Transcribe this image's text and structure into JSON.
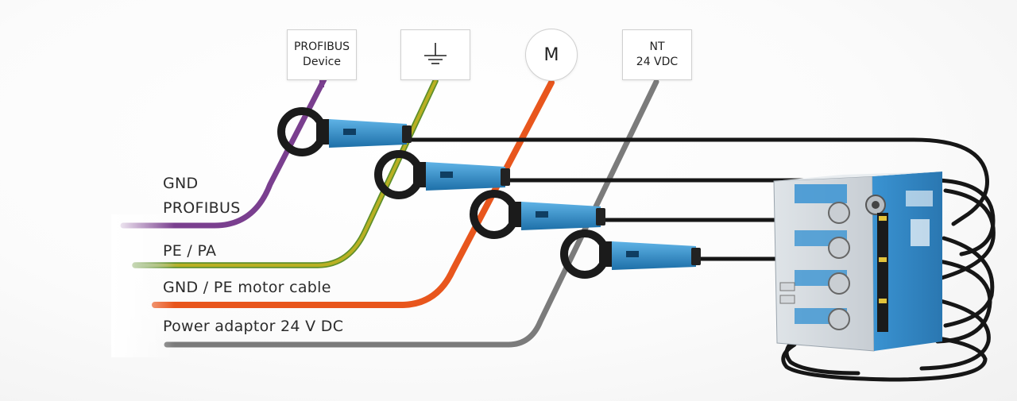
{
  "devices": {
    "profibus": {
      "line1": "PROFIBUS",
      "line2": "Device"
    },
    "ground": {
      "icon": "ground-icon"
    },
    "motor": {
      "symbol": "M"
    },
    "power_supply": {
      "line1": "NT",
      "line2": "24 VDC"
    }
  },
  "cable_labels": {
    "gnd": "GND",
    "profibus": "PROFIBUS",
    "pe_pa": "PE / PA",
    "gnd_pe_motor": "GND / PE motor cable",
    "power_adaptor": "Power adaptor 24 V DC"
  },
  "colors": {
    "profibus_cable": "#7a3f8f",
    "pe_pa_cable_yellow": "#b9b023",
    "pe_pa_cable_green": "#5e8f2a",
    "motor_cable": "#e8561d",
    "power_cable": "#7b7b7b",
    "sensor_body": "#2f8fcb",
    "instrument_body": "#3a93d2",
    "clamp": "#1b1b1b"
  }
}
